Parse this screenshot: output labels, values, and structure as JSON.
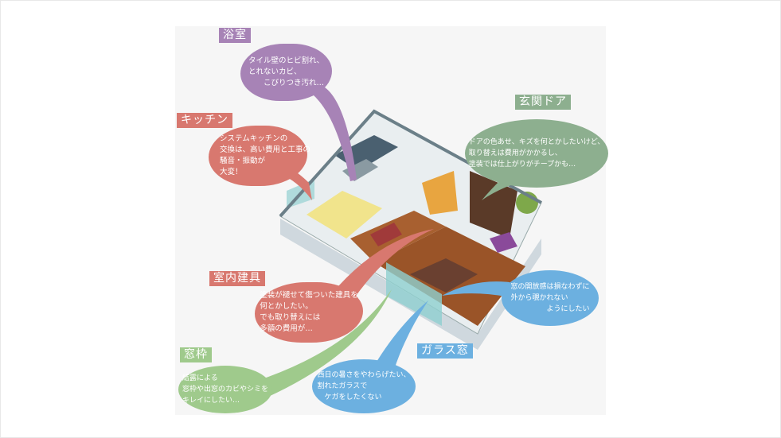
{
  "colors": {
    "bath": "#a783b6",
    "kitchen": "#d8786f",
    "door": "#8daf8f",
    "interior": "#d8786f",
    "window_frame": "#9fca8c",
    "glass": "#6cb0e0"
  },
  "callouts": {
    "bath": {
      "label": "浴室",
      "text": "タイル壁のヒビ割れ、\nとれないカビ、\n　　こびりつき汚れ…"
    },
    "kitchen": {
      "label": "キッチン",
      "text": "システムキッチンの\n交換は、高い費用と工事の\n騒音・振動が\n大変！"
    },
    "door": {
      "label": "玄関ドア",
      "text": "ドアの色あせ、キズを何とかしたいけど、\n取り替えは費用がかかるし、\n塗装では仕上がりがチープかも…"
    },
    "interior": {
      "label": "室内建具",
      "text": "塗装が褪せて傷ついた建具を\n何とかしたい。\nでも取り替えには\n多額の費用が…"
    },
    "window_frame": {
      "label": "窓枠",
      "text": "結露による\n窓枠や出窓のカビやシミを\nキレイにしたい…"
    },
    "glass_upper": {
      "text": "窓の開放感は損なわずに\n外から覗かれない\n　　　　　ようにしたい"
    },
    "glass": {
      "label": "ガラス窓",
      "text": "西日の暑さをやわらげたい、\n割れたガラスで\n　ケガをしたくない"
    }
  }
}
